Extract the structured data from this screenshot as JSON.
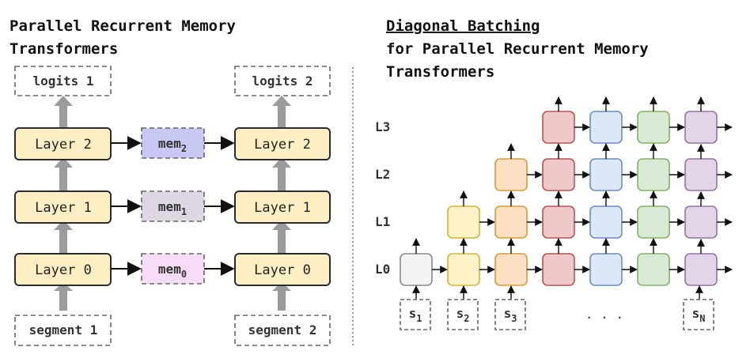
{
  "left": {
    "title_line1": "Parallel Recurrent Memory",
    "title_line2": "Transformers",
    "columns": [
      {
        "logits": "logits 1",
        "segment": "segment 1"
      },
      {
        "logits": "logits 2",
        "segment": "segment 2"
      }
    ],
    "layers": [
      {
        "label": "Layer 2",
        "mem": "mem",
        "mem_sub": "2",
        "mem_color": "#c8c8f5"
      },
      {
        "label": "Layer 1",
        "mem": "mem",
        "mem_sub": "1",
        "mem_color": "#ddd6e3"
      },
      {
        "label": "Layer 0",
        "mem": "mem",
        "mem_sub": "0",
        "mem_color": "#f6dcf6"
      }
    ]
  },
  "right": {
    "title_line1": "Diagonal Batching",
    "title_line2": "for Parallel Recurrent Memory",
    "title_line3": "Transformers",
    "row_labels": [
      "L3",
      "L2",
      "L1",
      "L0"
    ],
    "segments": [
      {
        "s": "s",
        "sub": "1"
      },
      {
        "s": "s",
        "sub": "2"
      },
      {
        "s": "s",
        "sub": "3"
      },
      {
        "s": "s",
        "sub": "N"
      }
    ],
    "ellipsis": ". . .",
    "palette": [
      {
        "fill": "#f3f3f3",
        "stroke": "#8a8a8a"
      },
      {
        "fill": "#fdf3c6",
        "stroke": "#d9b23a"
      },
      {
        "fill": "#fbe0c4",
        "stroke": "#d89a3a"
      },
      {
        "fill": "#efc9c9",
        "stroke": "#b85450"
      },
      {
        "fill": "#dce8f8",
        "stroke": "#6c8ebf"
      },
      {
        "fill": "#d8e9d4",
        "stroke": "#82b366"
      },
      {
        "fill": "#e1d5e7",
        "stroke": "#9673a6"
      }
    ],
    "grid": [
      [
        3,
        4,
        5,
        6
      ],
      [
        2,
        3,
        4,
        5,
        6
      ],
      [
        1,
        2,
        3,
        4,
        5,
        6
      ],
      [
        0,
        1,
        2,
        3,
        4,
        5,
        6
      ]
    ],
    "layer_box_color": "#fdefc3",
    "layer_box_stroke": "#2c2c2c"
  }
}
